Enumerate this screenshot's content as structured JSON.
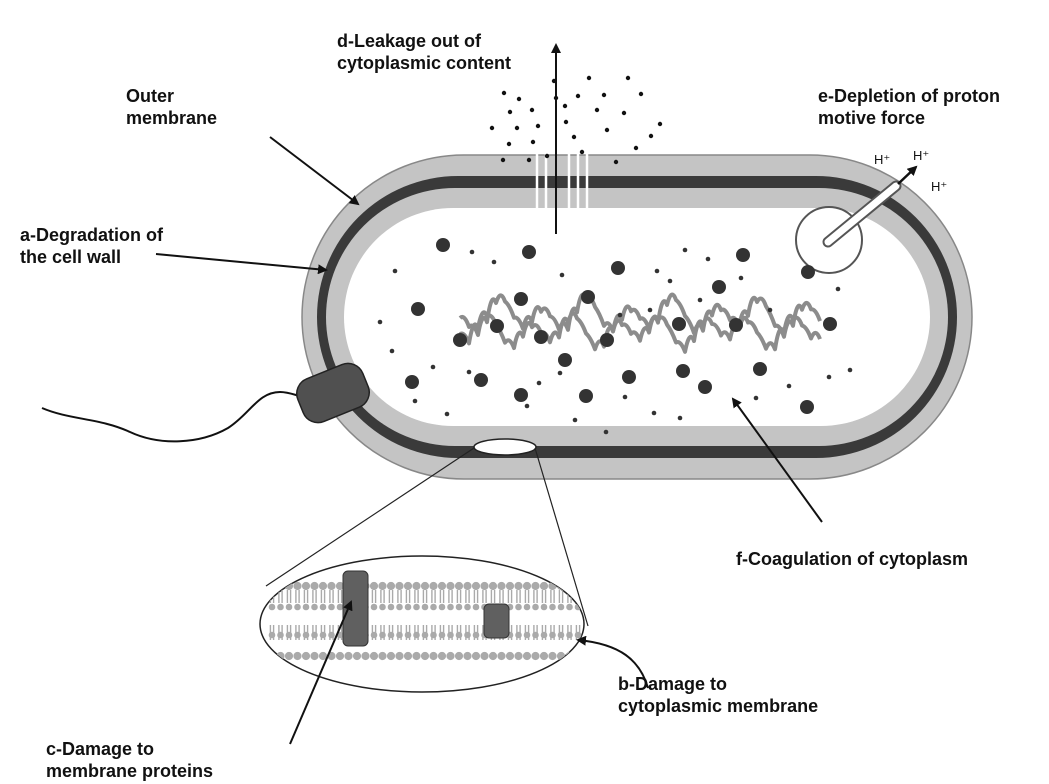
{
  "labels": {
    "outer_membrane": [
      "Outer",
      "membrane"
    ],
    "degradation": [
      "a-Degradation of",
      "the cell wall"
    ],
    "leakage": [
      "d-Leakage out of",
      "cytoplasmic content"
    ],
    "proton": [
      "e-Depletion of proton",
      "motive force"
    ],
    "coagulation": "f-Coagulation of cytoplasm",
    "cyto_membrane": [
      "b-Damage to",
      "cytoplasmic membrane"
    ],
    "membrane_proteins": [
      "c-Damage to",
      "membrane proteins"
    ]
  },
  "protons": [
    "H⁺",
    "H⁺",
    "H⁺"
  ],
  "colors": {
    "outer_layer": "#c4c4c4",
    "wall_band": "#3a3a3a",
    "protein": "#606060",
    "dna": "#8c8c8c",
    "granule": "#333333"
  },
  "icons": [
    "flagellum-icon",
    "protein-icon",
    "lipid-bilayer-icon",
    "proton-pore-icon"
  ]
}
